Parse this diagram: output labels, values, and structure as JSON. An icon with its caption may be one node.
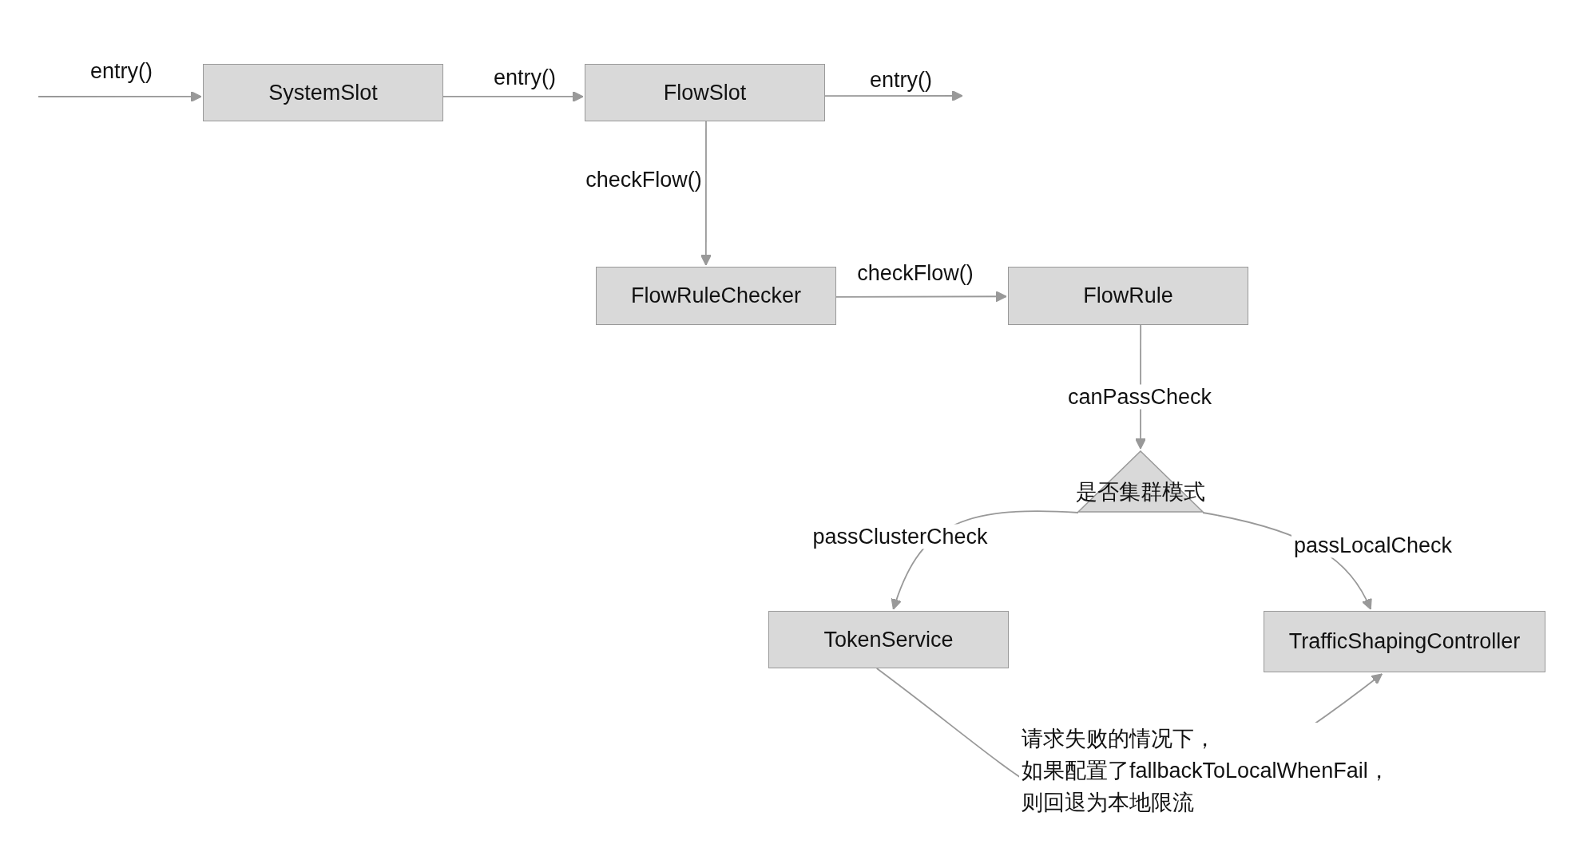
{
  "diagram": {
    "nodes": [
      {
        "text": [
          "SystemSlot"
        ]
      },
      {
        "text": [
          "FlowSlot"
        ]
      },
      {
        "text": [
          "FlowRuleChecker"
        ]
      },
      {
        "text": [
          "FlowRule"
        ]
      },
      {
        "text": [
          "是否集群模式"
        ]
      },
      {
        "text": [
          "TokenService"
        ]
      },
      {
        "text": [
          "TrafficShapingController"
        ]
      }
    ],
    "edges": [
      {
        "from": null,
        "to": 0,
        "arrow": "to",
        "label": "entry()"
      },
      {
        "from": 0,
        "to": 1,
        "arrow": "to",
        "label": "entry()"
      },
      {
        "from": 1,
        "to": null,
        "arrow": "to",
        "label": "entry()"
      },
      {
        "from": 1,
        "to": 2,
        "arrow": "to",
        "label": "checkFlow()"
      },
      {
        "from": 2,
        "to": 3,
        "arrow": "to",
        "label": "checkFlow()"
      },
      {
        "from": 3,
        "to": 4,
        "arrow": "to",
        "label": "canPassCheck"
      },
      {
        "from": 4,
        "to": 5,
        "arrow": "to",
        "label": "passClusterCheck"
      },
      {
        "from": 4,
        "to": 6,
        "arrow": "to",
        "label": "passLocalCheck"
      },
      {
        "from": 5,
        "to": 6,
        "arrow": "to",
        "label": "请求失败的情况下，如果配置了fallbackToLocalWhenFail，则回退为本地限流"
      }
    ]
  }
}
